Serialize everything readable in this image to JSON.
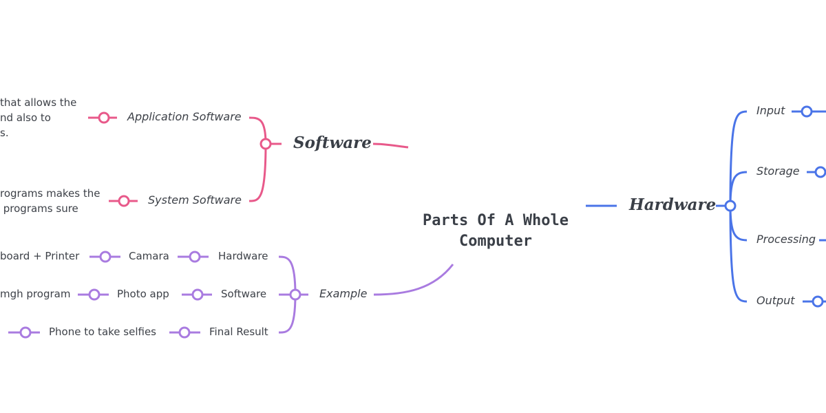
{
  "center": {
    "line1": "Parts Of A Whole",
    "line2": "Computer"
  },
  "colors": {
    "software": "#e8598a",
    "example": "#a97be0",
    "hardware": "#4a74e8"
  },
  "software": {
    "label": "Software",
    "children": [
      {
        "label": "Application Software",
        "detail_lines": [
          "that allows the",
          "nd also to",
          "s."
        ]
      },
      {
        "label": "System Software",
        "detail_lines": [
          "rograms makes the",
          " programs sure"
        ]
      }
    ]
  },
  "example": {
    "label": "Example",
    "rows": [
      {
        "label": "Hardware",
        "child": "Camara",
        "grandchild": "board + Printer"
      },
      {
        "label": "Software",
        "child": "Photo app",
        "grandchild": "mgh program"
      },
      {
        "label": "Final Result",
        "child": "Phone to take selfies",
        "grandchild": ""
      }
    ]
  },
  "hardware": {
    "label": "Hardware",
    "children": [
      "Input",
      "Storage",
      "Processing",
      "Output"
    ]
  }
}
